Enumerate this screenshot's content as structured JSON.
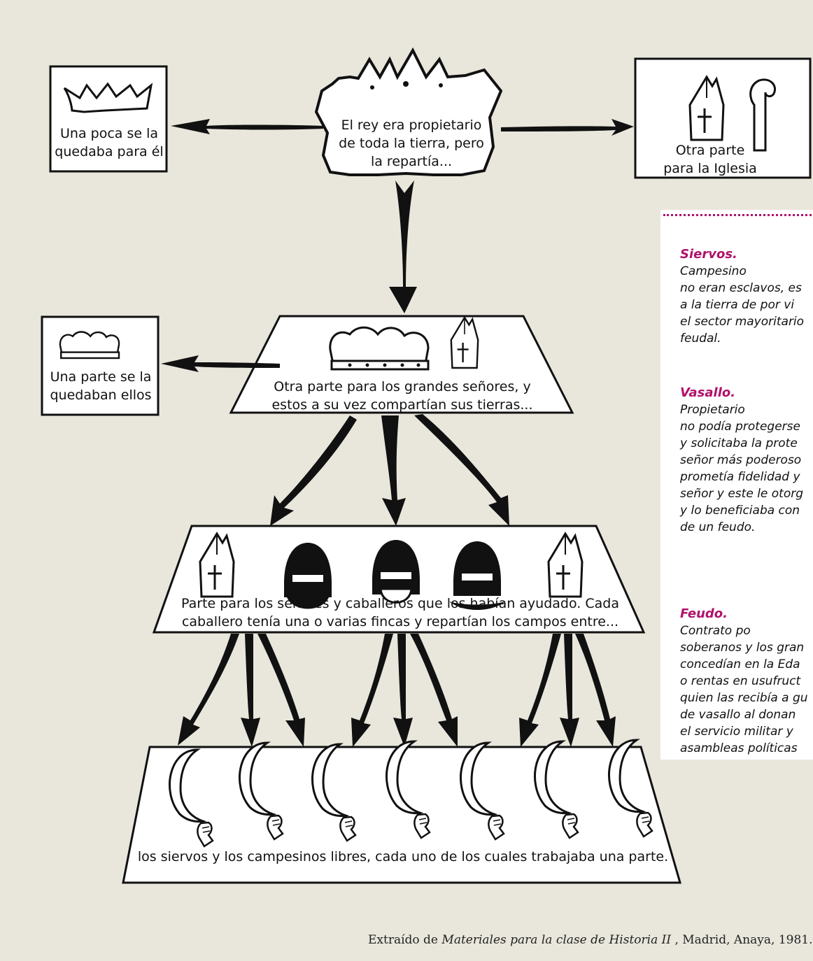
{
  "boxes": {
    "king": "El rey era propietario\nde toda la tierra, pero\nla repartía...",
    "king_self": "Una poca se la\nquedaba para él",
    "church": "Otra parte\npara la Iglesia",
    "great_lords": "Otra parte para los grandes señores, y\nestos a su vez compartían sus tierras...",
    "lords_self": "Una parte se la\nquedaban ellos",
    "knights": "Parte para los señores y caballeros que los habían ayudado. Cada\ncaballero tenía una o varias fincas y repartían los campos entre...",
    "serfs": "los siervos y los campesinos libres, cada uno de los cuales trabajaba una parte."
  },
  "glossary": [
    {
      "term": "Siervos.",
      "text": "Campesino\nno eran esclavos, es\na la tierra de por vi\nel sector mayoritario\nfeudal."
    },
    {
      "term": "Vasallo.",
      "text": "Propietario\nno podía protegerse\ny solicitaba la prote\nseñor más poderoso\nprometía fidelidad y\nseñor y este le otorg\ny lo beneficiaba con\nde un feudo."
    },
    {
      "term": "Feudo.",
      "text": "Contrato po\nsoberanos y los gran\nconcedían en la Eda\no rentas en usufruct\nquien las recibía a gu\nde vasallo al donan\nel servicio militar y\nasambleas políticas\nque el señor convoc"
    }
  ],
  "credit": {
    "prefix": "Extraído de ",
    "title": "Materiales para la clase de Historia II",
    "suffix": " , Madrid, Anaya, 1981."
  },
  "icons": [
    "crown-icon",
    "mitre-icon",
    "crozier-icon",
    "coronet-icon",
    "helmet-icon",
    "sickle-hand-icon"
  ],
  "colors": {
    "background": "#e9e7dc",
    "accent": "#b0126a",
    "ink": "#111111"
  }
}
